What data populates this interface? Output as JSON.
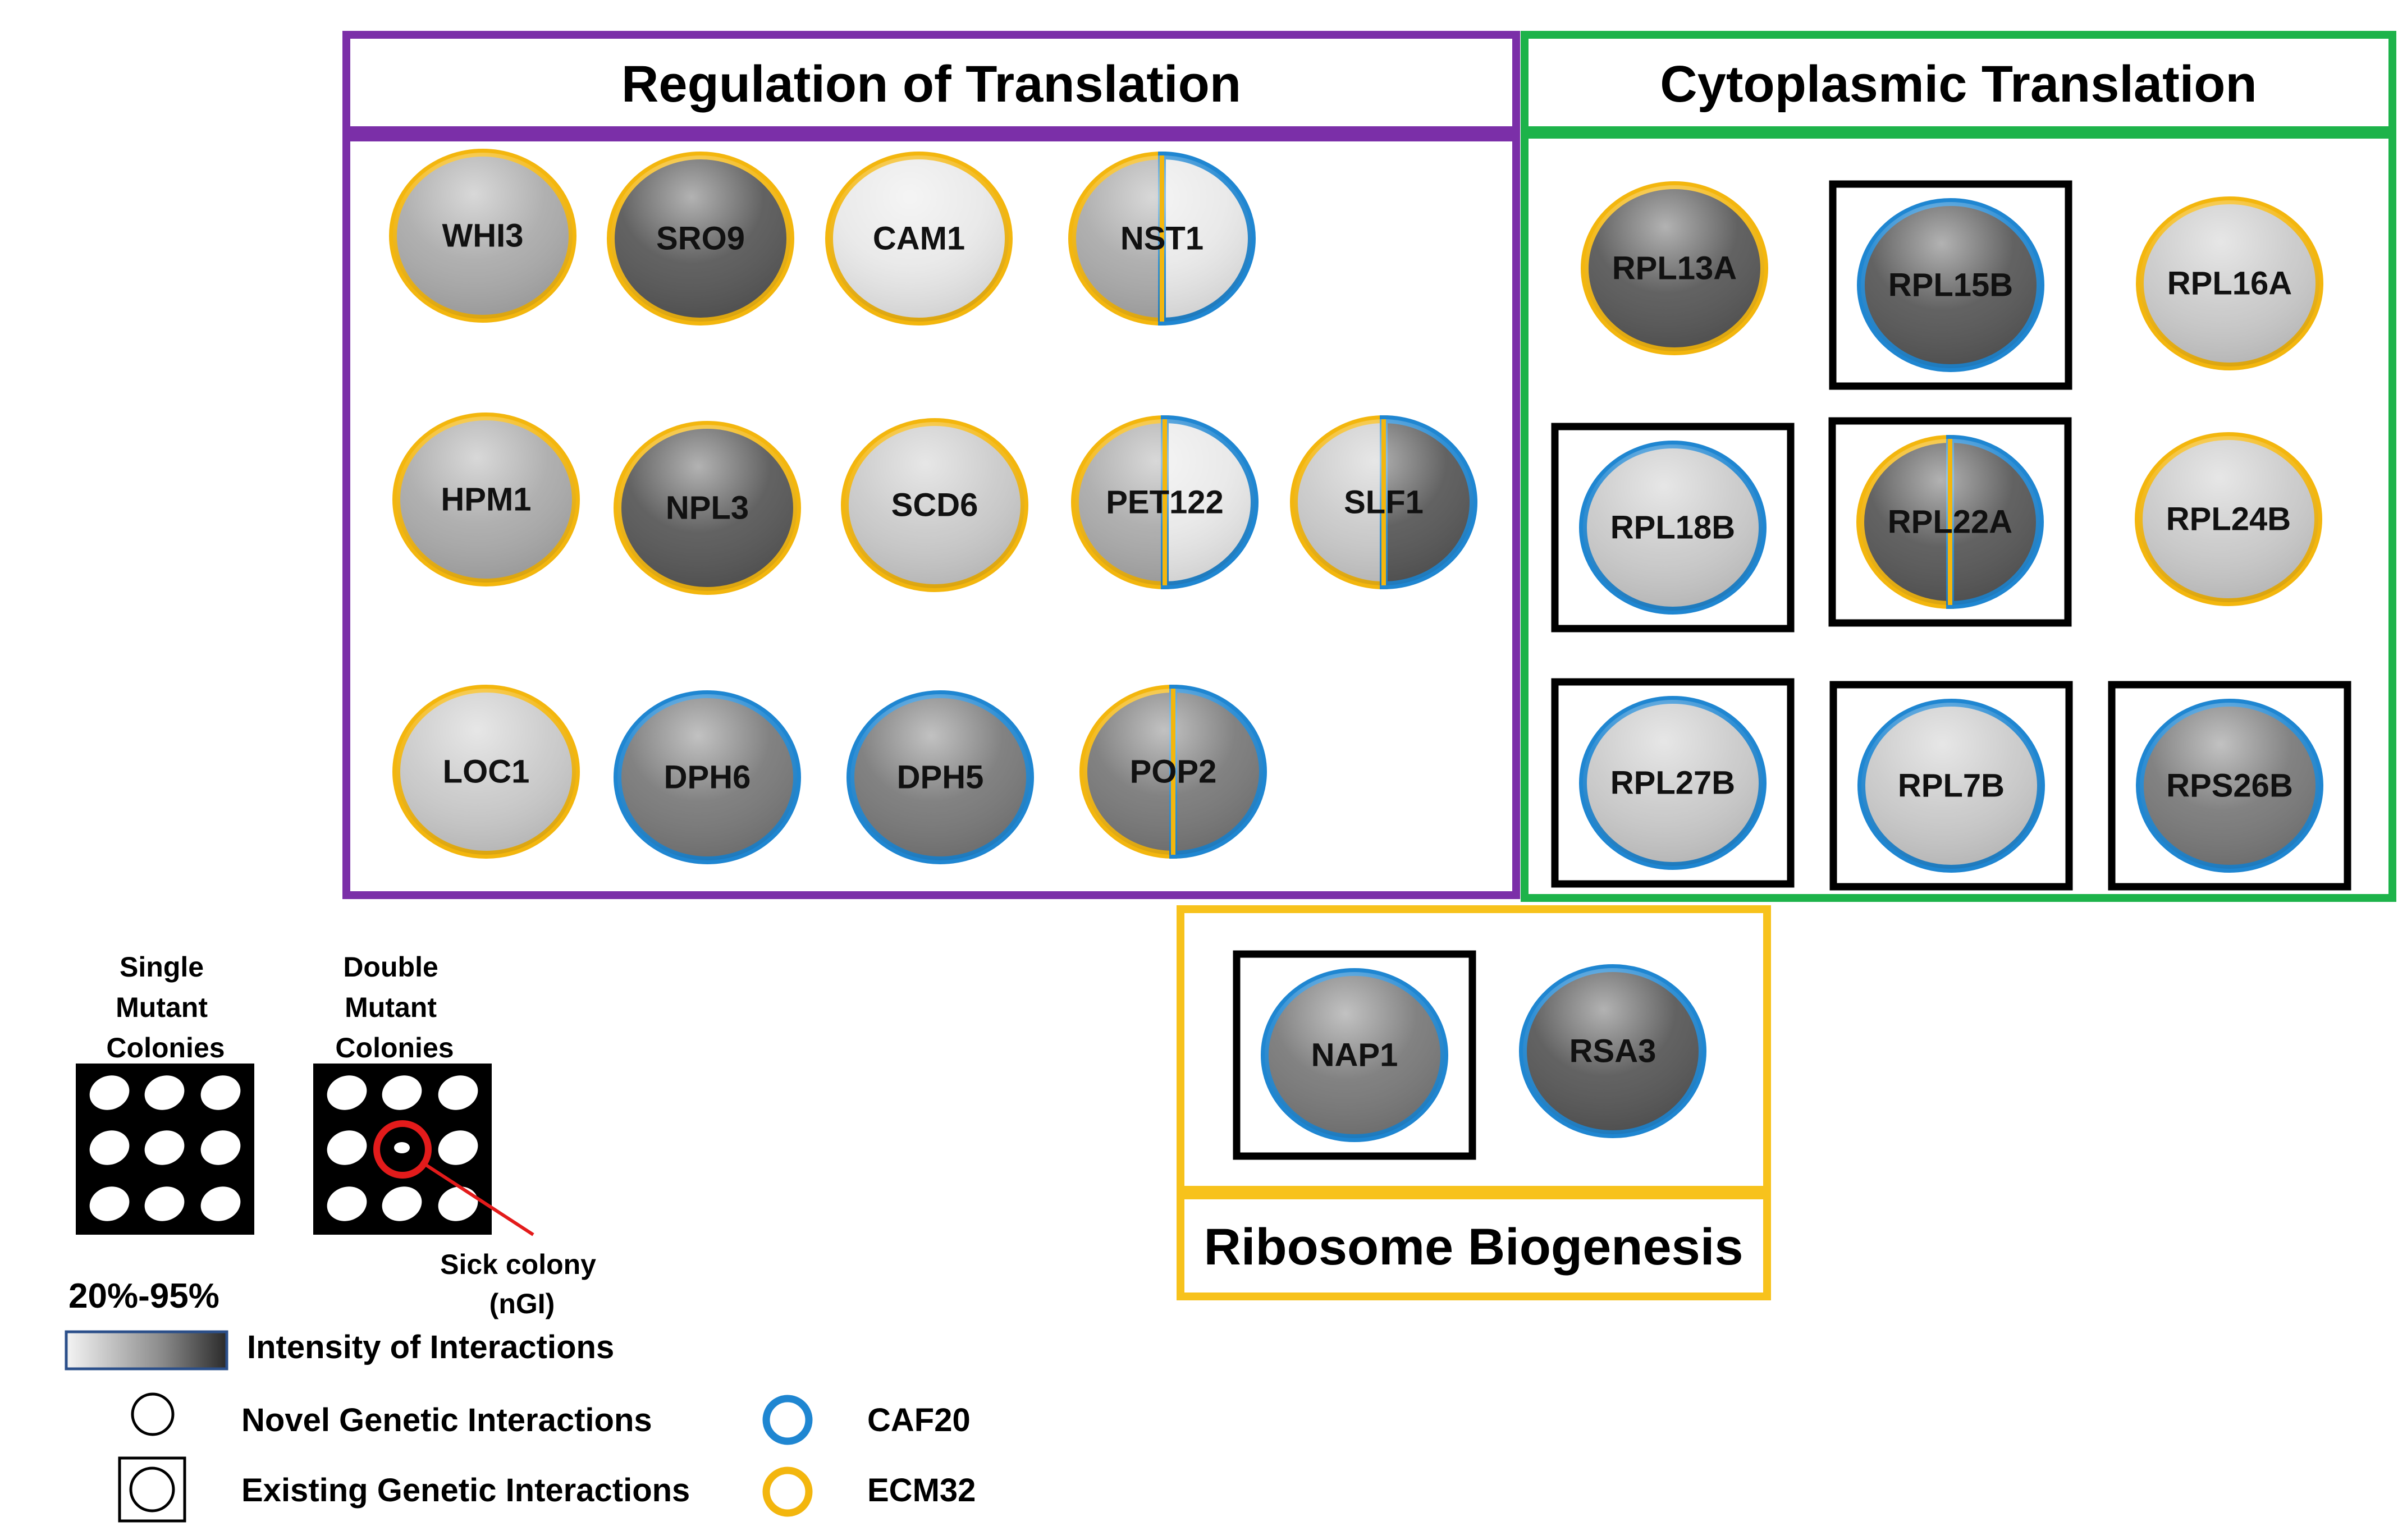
{
  "colors": {
    "purple": "#7B2FA8",
    "green": "#1DB34A",
    "gold": "#F7C21C",
    "caf20": "#1F86D1",
    "ecm32": "#F3B60E",
    "intensity_light": "#e8e8e8",
    "intensity_mid_light": "#c9c9c9",
    "intensity_mid": "#a9a9a9",
    "intensity_mid_dark": "#777777",
    "intensity_dark": "#555555"
  },
  "sections": {
    "regulation": {
      "title": "Regulation of Translation"
    },
    "cytoplasmic": {
      "title": "Cytoplasmic Translation"
    },
    "ribosome": {
      "title": "Ribosome Biogenesis"
    }
  },
  "genes": [
    {
      "id": "whi3",
      "label": "WHI3",
      "section": "regulation",
      "ring": "ecm32",
      "shade": "intensity_mid",
      "existing": false
    },
    {
      "id": "sro9",
      "label": "SRO9",
      "section": "regulation",
      "ring": "ecm32",
      "shade": "intensity_dark",
      "existing": false
    },
    {
      "id": "cam1",
      "label": "CAM1",
      "section": "regulation",
      "ring": "ecm32",
      "shade": "intensity_light",
      "existing": false
    },
    {
      "id": "nst1",
      "label": "NST1",
      "section": "regulation",
      "ring": "split",
      "shade_left": "intensity_mid",
      "shade_right": "intensity_light",
      "existing": false
    },
    {
      "id": "hpm1",
      "label": "HPM1",
      "section": "regulation",
      "ring": "ecm32",
      "shade": "intensity_mid",
      "existing": false
    },
    {
      "id": "npl3",
      "label": "NPL3",
      "section": "regulation",
      "ring": "ecm32",
      "shade": "intensity_dark",
      "existing": false
    },
    {
      "id": "scd6",
      "label": "SCD6",
      "section": "regulation",
      "ring": "ecm32",
      "shade": "intensity_mid_light",
      "existing": false
    },
    {
      "id": "pet122",
      "label": "PET122",
      "section": "regulation",
      "ring": "split",
      "shade_left": "intensity_mid",
      "shade_right": "intensity_light",
      "existing": false
    },
    {
      "id": "slf1",
      "label": "SLF1",
      "section": "regulation",
      "ring": "split",
      "shade_left": "intensity_mid_light",
      "shade_right": "intensity_dark",
      "existing": false
    },
    {
      "id": "loc1",
      "label": "LOC1",
      "section": "regulation",
      "ring": "ecm32",
      "shade": "intensity_mid_light",
      "existing": false
    },
    {
      "id": "dph6",
      "label": "DPH6",
      "section": "regulation",
      "ring": "caf20",
      "shade": "intensity_mid_dark",
      "existing": false
    },
    {
      "id": "dph5",
      "label": "DPH5",
      "section": "regulation",
      "ring": "caf20",
      "shade": "intensity_mid_dark",
      "existing": false
    },
    {
      "id": "pop2",
      "label": "POP2",
      "section": "regulation",
      "ring": "split",
      "shade_left": "intensity_mid_dark",
      "shade_right": "intensity_mid_dark",
      "existing": false
    },
    {
      "id": "rpl13a",
      "label": "RPL13A",
      "section": "cytoplasmic",
      "ring": "ecm32",
      "shade": "intensity_dark",
      "existing": false
    },
    {
      "id": "rpl15b",
      "label": "RPL15B",
      "section": "cytoplasmic",
      "ring": "caf20",
      "shade": "intensity_dark",
      "existing": true
    },
    {
      "id": "rpl16a",
      "label": "RPL16A",
      "section": "cytoplasmic",
      "ring": "ecm32",
      "shade": "intensity_mid_light",
      "existing": false
    },
    {
      "id": "rpl18b",
      "label": "RPL18B",
      "section": "cytoplasmic",
      "ring": "caf20",
      "shade": "intensity_mid_light",
      "existing": true
    },
    {
      "id": "rpl22a",
      "label": "RPL22A",
      "section": "cytoplasmic",
      "ring": "split",
      "shade_left": "intensity_dark",
      "shade_right": "intensity_dark",
      "existing": true
    },
    {
      "id": "rpl24b",
      "label": "RPL24B",
      "section": "cytoplasmic",
      "ring": "ecm32",
      "shade": "intensity_mid_light",
      "existing": false
    },
    {
      "id": "rpl27b",
      "label": "RPL27B",
      "section": "cytoplasmic",
      "ring": "caf20",
      "shade": "intensity_mid_light",
      "existing": true
    },
    {
      "id": "rpl7b",
      "label": "RPL7B",
      "section": "cytoplasmic",
      "ring": "caf20",
      "shade": "intensity_mid_light",
      "existing": true
    },
    {
      "id": "rps26b",
      "label": "RPS26B",
      "section": "cytoplasmic",
      "ring": "caf20",
      "shade": "intensity_mid_dark",
      "existing": true
    },
    {
      "id": "nap1",
      "label": "NAP1",
      "section": "ribosome",
      "ring": "caf20",
      "shade": "intensity_mid_dark",
      "existing": true
    },
    {
      "id": "rsa3",
      "label": "RSA3",
      "section": "ribosome",
      "ring": "caf20",
      "shade": "intensity_dark",
      "existing": false
    }
  ],
  "legend": {
    "single_mutant": "Single Mutant Colonies",
    "single_lines": [
      "Single",
      "Mutant",
      "Colonies"
    ],
    "double_lines": [
      "Double",
      "Mutant",
      "Colonies"
    ],
    "sick_colony_lines": [
      "Sick colony",
      "(nGI)"
    ],
    "range": "20%-95%",
    "intensity": "Intensity of Interactions",
    "novel": "Novel Genetic Interactions",
    "existing": "Existing Genetic Interactions",
    "caf20": "CAF20",
    "ecm32": "ECM32"
  }
}
